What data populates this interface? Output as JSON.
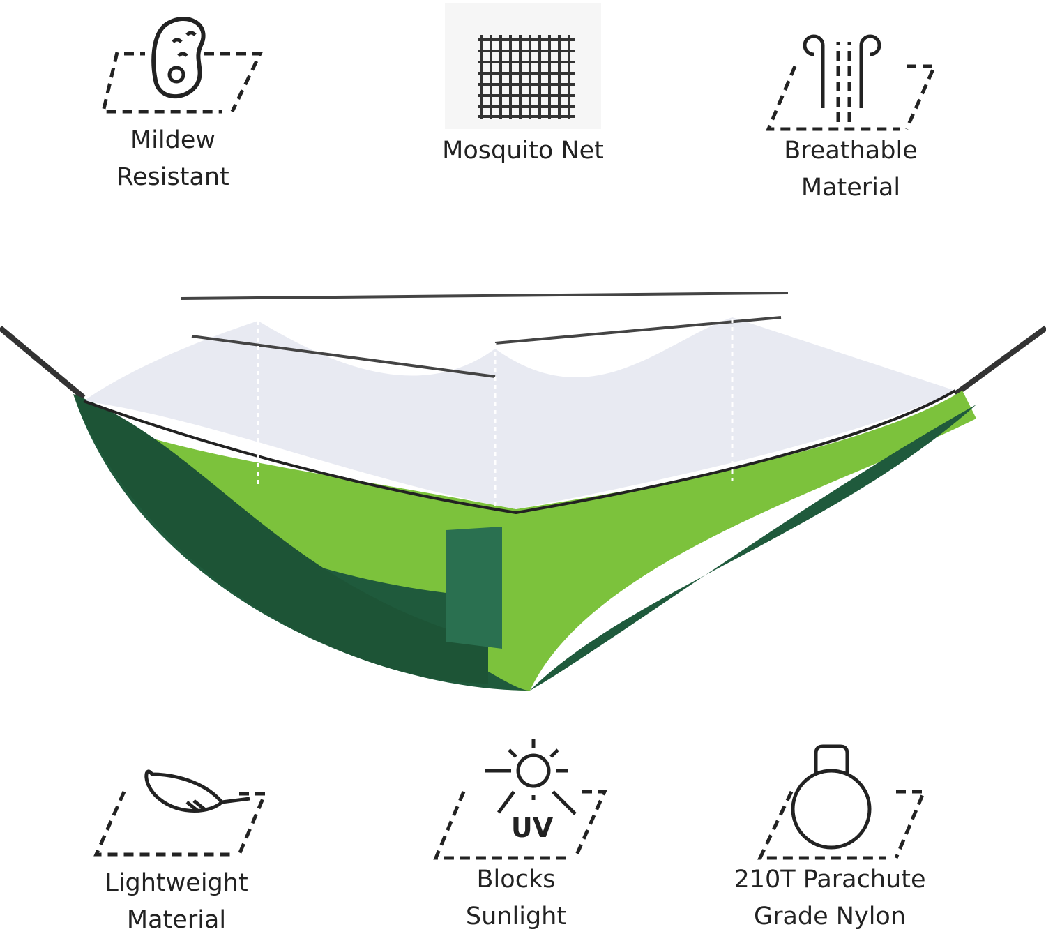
{
  "features": [
    {
      "icon": "mildew-bacteria-icon",
      "line1": "Mildew",
      "line2": "Resistant"
    },
    {
      "icon": "mosquito-net-icon",
      "line1": "Mosquito Net",
      "line2": ""
    },
    {
      "icon": "breathable-airflow-icon",
      "line1": "Breathable",
      "line2": "Material"
    },
    {
      "icon": "feather-icon",
      "line1": "Lightweight",
      "line2": "Material"
    },
    {
      "icon": "sun-uv-icon",
      "line1": "Blocks",
      "line2": "Sunlight",
      "icon_text": "UV"
    },
    {
      "icon": "kettlebell-weight-icon",
      "line1": "210T Parachute",
      "line2": "Grade Nylon"
    }
  ],
  "colors": {
    "dark_green": "#1f5a3c",
    "light_green": "#7cc23c",
    "net": "#e8eaf2",
    "ink": "#222222"
  }
}
